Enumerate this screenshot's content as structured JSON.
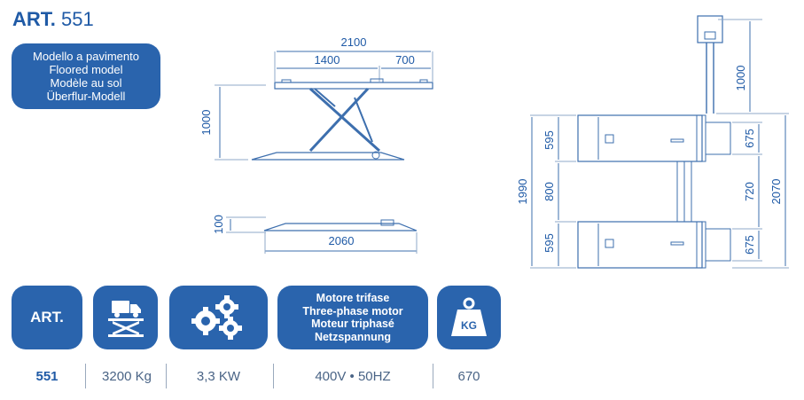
{
  "header": {
    "art_prefix": "ART.",
    "art_number": "551"
  },
  "model": {
    "lines": [
      "Modello a pavimento",
      "Floored model",
      "Modèle au sol",
      "Überflur-Modell"
    ]
  },
  "dimensions": {
    "side_total_length": "2100",
    "side_segment_a": "1400",
    "side_segment_b": "700",
    "side_height": "1000",
    "lowered_height": "100",
    "base_length": "2060",
    "column_height": "1000",
    "platform_width_top": "595",
    "inner_gap": "800",
    "platform_width_bottom": "595",
    "overall_width": "1990",
    "plate_width_top": "675",
    "plate_gap": "720",
    "plate_width_bottom": "675",
    "overall_width_plates": "2070"
  },
  "specs": {
    "art_label": "ART.",
    "motor_lines": [
      "Motore trifase",
      "Three-phase motor",
      "Moteur triphasé",
      "Netzspannung"
    ],
    "kg_label": "KG",
    "values": {
      "art": "551",
      "capacity": "3200 Kg",
      "power": "3,3 KW",
      "voltage": "400V • 50HZ",
      "weight": "670"
    }
  },
  "icons": {
    "lift": "truck-on-lift-icon",
    "gears": "gears-icon",
    "weight": "weight-kg-icon"
  },
  "colors": {
    "brand_blue": "#2a64ad",
    "text_grey": "#4a6486"
  }
}
